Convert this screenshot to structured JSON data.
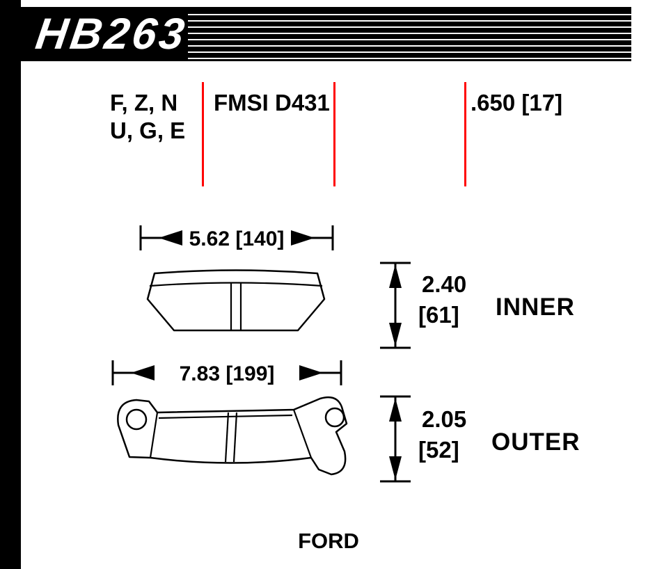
{
  "header": {
    "part_number": "HB263"
  },
  "specs": {
    "compounds": [
      "F, Z, N",
      "U, G, E"
    ],
    "fmsi": "FMSI D431",
    "pad_thickness": ".650 [17]"
  },
  "inner": {
    "width": "5.62 [140]",
    "height_in": "2.40",
    "height_mm": "[61]",
    "label": "INNER"
  },
  "outer": {
    "width": "7.83 [199]",
    "height_in": "2.05",
    "height_mm": "[52]",
    "label": "OUTER"
  },
  "footer": {
    "vehicle": "FORD"
  },
  "colors": {
    "divider_red": "#ff0000",
    "ink": "#000000",
    "banner_bg": "#000000"
  }
}
